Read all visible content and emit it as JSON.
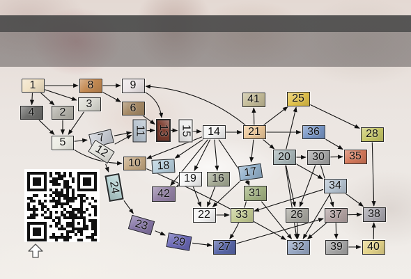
{
  "nodes": [
    {
      "label": "1",
      "color": "#f2e3c6"
    },
    {
      "label": "2",
      "color": "#b4b2aa"
    },
    {
      "label": "3",
      "color": "#dcdcd4"
    },
    {
      "label": "4",
      "color": "#6e6e6c"
    },
    {
      "label": "5",
      "color": "#ecece4"
    },
    {
      "label": "6",
      "color": "#a68a66"
    },
    {
      "label": "7",
      "color": "#c8ccd4"
    },
    {
      "label": "8",
      "color": "#c48a52"
    },
    {
      "label": "9",
      "color": "#ece6e8"
    },
    {
      "label": "10",
      "color": "#c4a882"
    },
    {
      "label": "11",
      "color": "#b8c4d0"
    },
    {
      "label": "12",
      "color": "#e4e4de"
    },
    {
      "label": "13",
      "color": "#7a3a2c"
    },
    {
      "label": "14",
      "color": "#f4f4f4"
    },
    {
      "label": "15",
      "color": "#eeeeee"
    },
    {
      "label": "16",
      "color": "#a6ab96"
    },
    {
      "label": "17",
      "color": "#94b2cc"
    },
    {
      "label": "18",
      "color": "#b6cedc"
    },
    {
      "label": "19",
      "color": "#f6f6f6"
    },
    {
      "label": "20",
      "color": "#a8b6b8"
    },
    {
      "label": "21",
      "color": "#ecc89a"
    },
    {
      "label": "22",
      "color": "#f6f6f6"
    },
    {
      "label": "23",
      "color": "#8676a6"
    },
    {
      "label": "24",
      "color": "#b4d0d0"
    },
    {
      "label": "25",
      "color": "#e2c24a"
    },
    {
      "label": "26",
      "color": "#aaa9a2"
    },
    {
      "label": "27",
      "color": "#5866a8"
    },
    {
      "label": "28",
      "color": "#c8c868"
    },
    {
      "label": "29",
      "color": "#6a68b6"
    },
    {
      "label": "30",
      "color": "#a6a6a6"
    },
    {
      "label": "31",
      "color": "#a4b484"
    },
    {
      "label": "32",
      "color": "#98a8c4"
    },
    {
      "label": "33",
      "color": "#c4cc94"
    },
    {
      "label": "34",
      "color": "#b6c4d2"
    },
    {
      "label": "35",
      "color": "#d4785a"
    },
    {
      "label": "36",
      "color": "#7896c6"
    },
    {
      "label": "37",
      "color": "#b4a4a4"
    },
    {
      "label": "38",
      "color": "#a8a6ae"
    },
    {
      "label": "39",
      "color": "#a6a6a6"
    },
    {
      "label": "40",
      "color": "#e4d48a"
    },
    {
      "label": "41",
      "color": "#c4bc98"
    },
    {
      "label": "42",
      "color": "#9482a6"
    }
  ],
  "edges": [
    [
      1,
      8
    ],
    [
      1,
      3
    ],
    [
      1,
      2
    ],
    [
      1,
      4
    ],
    [
      8,
      9
    ],
    [
      8,
      6
    ],
    [
      4,
      5
    ],
    [
      2,
      5
    ],
    [
      3,
      5
    ],
    [
      9,
      13
    ],
    [
      6,
      13
    ],
    [
      5,
      7
    ],
    [
      5,
      10
    ],
    [
      7,
      11
    ],
    [
      12,
      11
    ],
    [
      12,
      24
    ],
    [
      11,
      13
    ],
    [
      13,
      15
    ],
    [
      15,
      14
    ],
    [
      14,
      21
    ],
    [
      21,
      9
    ],
    [
      21,
      41
    ],
    [
      21,
      25
    ],
    [
      21,
      36
    ],
    [
      21,
      20
    ],
    [
      21,
      17
    ],
    [
      14,
      10
    ],
    [
      14,
      18
    ],
    [
      14,
      42
    ],
    [
      14,
      19
    ],
    [
      14,
      16
    ],
    [
      14,
      31
    ],
    [
      10,
      32
    ],
    [
      24,
      23
    ],
    [
      23,
      29
    ],
    [
      29,
      27
    ],
    [
      17,
      22
    ],
    [
      17,
      27
    ],
    [
      16,
      22
    ],
    [
      19,
      22
    ],
    [
      19,
      42
    ],
    [
      22,
      33
    ],
    [
      31,
      32
    ],
    [
      20,
      25
    ],
    [
      20,
      30
    ],
    [
      20,
      34
    ],
    [
      20,
      26
    ],
    [
      20,
      32
    ],
    [
      30,
      35
    ],
    [
      30,
      26
    ],
    [
      30,
      37
    ],
    [
      36,
      35
    ],
    [
      25,
      28
    ],
    [
      28,
      38
    ],
    [
      34,
      33
    ],
    [
      34,
      38
    ],
    [
      34,
      32
    ],
    [
      26,
      32
    ],
    [
      37,
      32
    ],
    [
      37,
      39
    ],
    [
      37,
      38
    ],
    [
      39,
      40
    ],
    [
      40,
      38
    ],
    [
      27,
      37
    ]
  ],
  "colors": {
    "band_dark": "#474747",
    "band_light": "#6b6565",
    "edge": "#111111",
    "qr_background": "#ffffff",
    "qr_module": "#111111"
  },
  "icons": {
    "qr_code": "qr-code",
    "scroll_up": "up-arrow-icon"
  }
}
